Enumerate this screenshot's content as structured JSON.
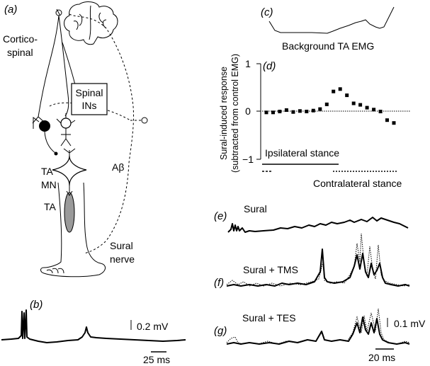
{
  "panels": {
    "a": {
      "label": "(a)",
      "corticospinal_line1": "Cortico-",
      "corticospinal_line2": "spinal",
      "spinal_ins_line1": "Spinal",
      "spinal_ins_line2": "INs",
      "ta_mn_line1": "TA",
      "ta_mn_line2": "MN",
      "ta_muscle": "TA",
      "abeta": "Aβ",
      "sural_line1": "Sural",
      "sural_line2": "nerve"
    },
    "b": {
      "label": "(b)",
      "vscale": "0.2 mV",
      "tscale": "25 ms"
    },
    "c": {
      "label": "(c)",
      "caption": "Background TA EMG"
    },
    "d": {
      "label": "(d)",
      "ylabel_line1": "Sural-induced response",
      "ylabel_line2": "(subtracted from control EMG)",
      "ipsilateral": "Ipsilateral stance",
      "contralateral": "Contralateral stance"
    },
    "e": {
      "label": "(e)",
      "name": "Sural"
    },
    "f": {
      "label": "(f)",
      "name": "Sural + TMS"
    },
    "g": {
      "label": "(g)",
      "name": "Sural + TES",
      "vscale": "0.1 mV",
      "tscale": "20 ms"
    }
  },
  "chart_data": {
    "type": "scatter",
    "ylim": [
      -1,
      1
    ],
    "yticks": [
      "1",
      "0",
      "−1"
    ],
    "n_bins": 20,
    "values": [
      -0.02,
      -0.02,
      0.0,
      0.03,
      -0.01,
      0.01,
      0.0,
      0.02,
      0.05,
      0.15,
      0.42,
      0.47,
      0.34,
      0.17,
      0.14,
      0.08,
      0.04,
      0.0,
      -0.18,
      -0.24
    ]
  },
  "colors": {
    "muscle": "#9a9a9a",
    "ink": "#000000"
  }
}
